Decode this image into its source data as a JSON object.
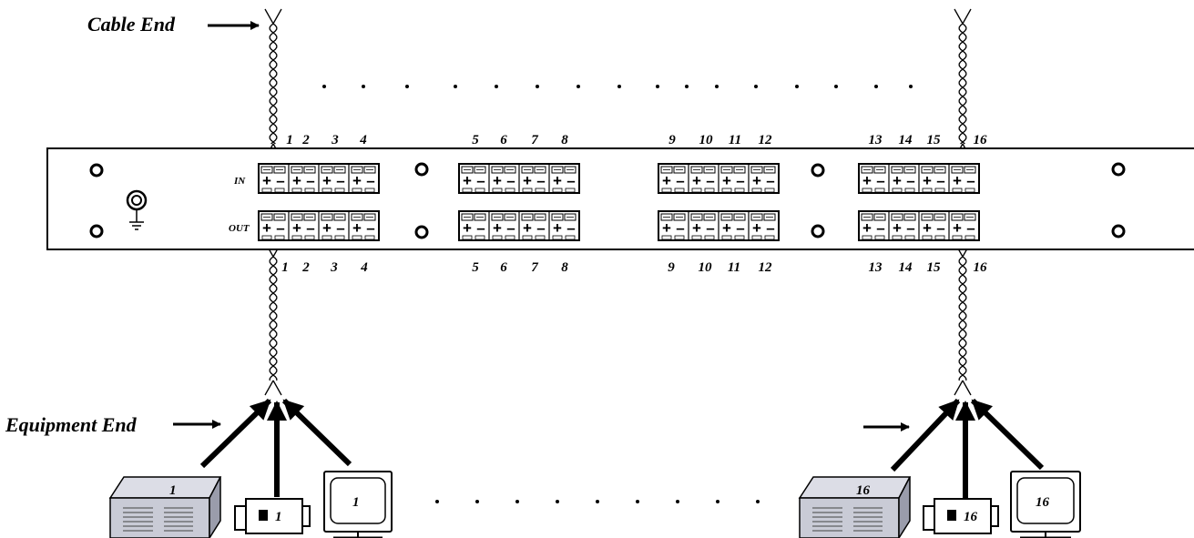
{
  "labels": {
    "cable_end": "Cable End",
    "equipment_end": "Equipment End",
    "in": "IN",
    "out": "OUT"
  },
  "channels_top": [
    "1",
    "2",
    "3",
    "4",
    "5",
    "6",
    "7",
    "8",
    "9",
    "10",
    "11",
    "12",
    "13",
    "14",
    "15",
    "16"
  ],
  "channels_bottom": [
    "1",
    "2",
    "3",
    "4",
    "5",
    "6",
    "7",
    "8",
    "9",
    "10",
    "11",
    "12",
    "13",
    "14",
    "15",
    "16"
  ],
  "port_polarity": {
    "plus": "+",
    "minus": "–"
  },
  "equipment_left": {
    "dvr": "1",
    "camera": "1",
    "monitor": "1"
  },
  "equipment_right": {
    "dvr": "16",
    "camera": "16",
    "monitor": "16"
  },
  "colors": {
    "ink": "#000000",
    "panel": "#ffffff",
    "dvr_body": "#c9cbd6"
  }
}
